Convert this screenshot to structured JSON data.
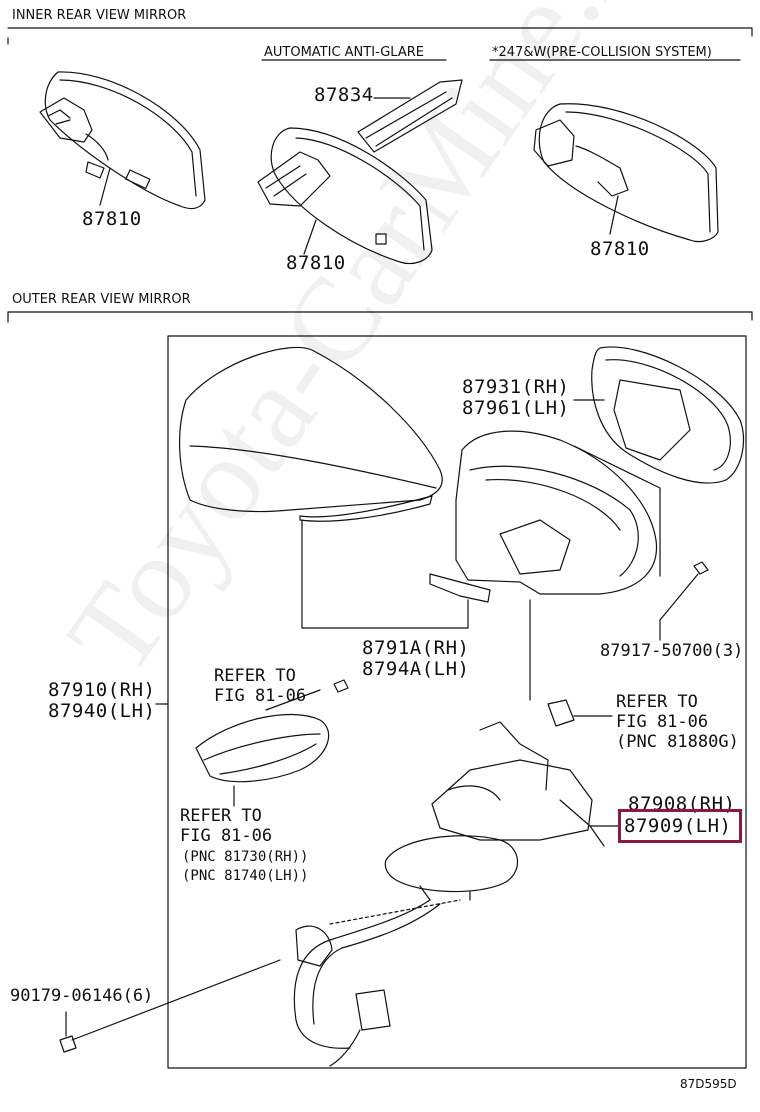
{
  "sections": {
    "inner_title": "INNER REAR VIEW MIRROR",
    "outer_title": "OUTER REAR VIEW MIRROR"
  },
  "variants": {
    "auto_anti_glare": "AUTOMATIC ANTI-GLARE",
    "pre_collision": "*247&W(PRE-COLLISION SYSTEM)"
  },
  "parts": {
    "p87834": "87834",
    "p87810_a": "87810",
    "p87810_b": "87810",
    "p87810_c": "87810",
    "p87931": "87931(RH)",
    "p87961": "87961(LH)",
    "p8791A": "8791A(RH)",
    "p8794A": "8794A(LH)",
    "p87917": "87917-50700(3)",
    "p87910": "87910(RH)",
    "p87940": "87940(LH)",
    "p87908": "87908(RH)",
    "p87909": "87909(LH)",
    "p90179": "90179-06146(6)"
  },
  "refs": {
    "ref1_a": "REFER TO",
    "ref1_b": "FIG 81-06",
    "ref2_a": "REFER TO",
    "ref2_b": "FIG 81-06",
    "ref2_c": "(PNC 81880G)",
    "ref3_a": "REFER TO",
    "ref3_b": "FIG 81-06",
    "ref3_c": "(PNC 81730(RH))",
    "ref3_d": "(PNC 81740(LH))"
  },
  "diagram_code": "87D595D",
  "watermark": "Toyota-CarMine.ru",
  "highlight_color": "#8b1a3c"
}
